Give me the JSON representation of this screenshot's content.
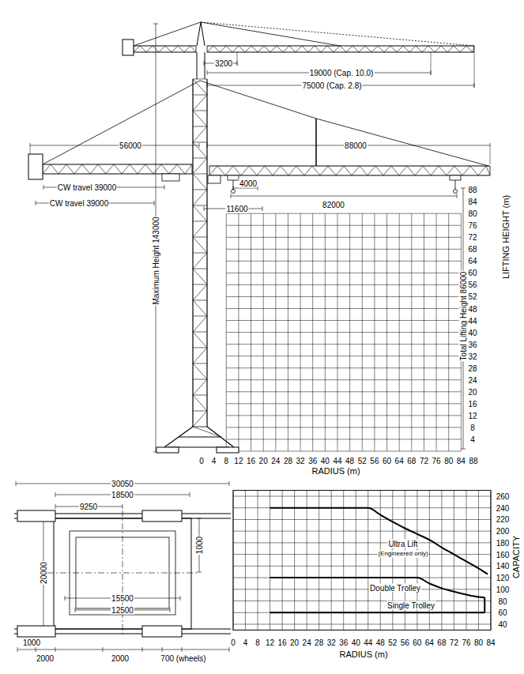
{
  "diagram": {
    "labels": [
      "3200",
      "19000 (Cap. 10.0)",
      "75000 (Cap. 2.8)",
      "56000",
      "88000",
      "CW travel 39000",
      "CW travel 39000",
      "4000",
      "11600",
      "82000",
      "Maximum Height 143000",
      "Total Lifting Height 86000",
      "88",
      "84",
      "80",
      "76",
      "72",
      "68",
      "64",
      "60",
      "56",
      "52",
      "48",
      "44",
      "40",
      "36",
      "32",
      "28",
      "24",
      "20",
      "16",
      "12",
      "8",
      "4",
      "LIFTING HEIGHT (m)",
      "0",
      "4",
      "8",
      "12",
      "16",
      "20",
      "24",
      "28",
      "32",
      "36",
      "40",
      "44",
      "48",
      "52",
      "56",
      "60",
      "64",
      "68",
      "72",
      "76",
      "80",
      "84",
      "88",
      "RADIUS (m)",
      "30050",
      "18500",
      "9250",
      "1000",
      "20000",
      "15500",
      "12500",
      "1000",
      "2000",
      "2000",
      "700 (wheels)",
      "Ultra Lift",
      "(Engineered only)",
      "Double Trolley",
      "Single Trolley",
      "260",
      "240",
      "220",
      "200",
      "180",
      "160",
      "140",
      "120",
      "100",
      "80",
      "60",
      "40",
      "CAPACITY",
      "0",
      "4",
      "8",
      "12",
      "16",
      "20",
      "24",
      "28",
      "32",
      "36",
      "40",
      "44",
      "48",
      "52",
      "56",
      "60",
      "64",
      "68",
      "72",
      "76",
      "80",
      "84",
      "RADIUS (m)"
    ]
  }
}
